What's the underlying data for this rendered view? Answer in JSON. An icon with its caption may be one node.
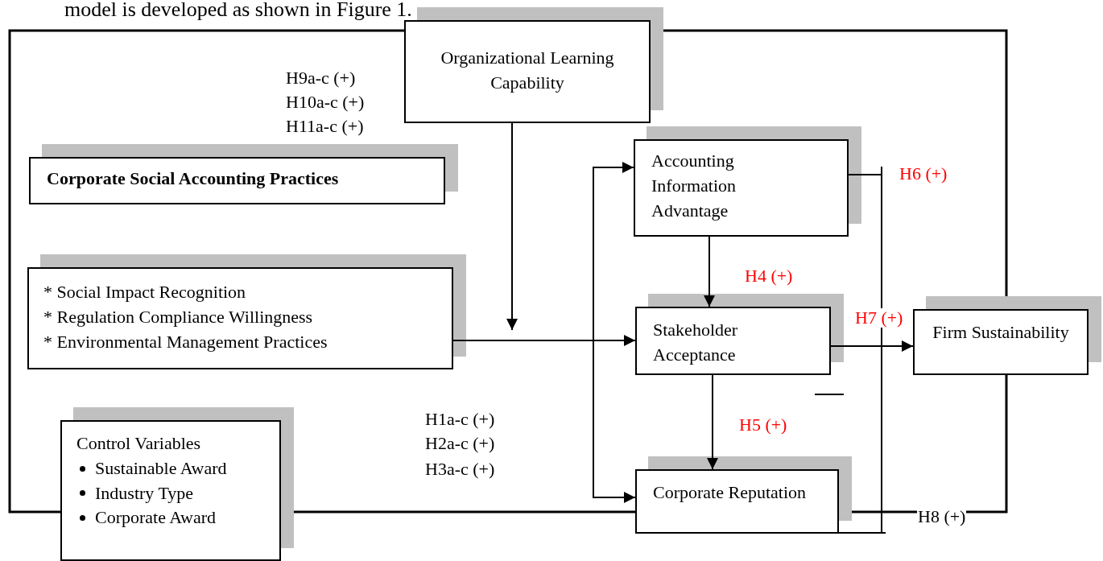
{
  "diagram": {
    "nodes": [
      {
        "text": [
          "Organizational Learning Capability"
        ]
      },
      {
        "text": [
          "Corporate Social Accounting Practices"
        ]
      },
      {
        "text": [
          "* Social Impact Recognition",
          "* Regulation Compliance Willingness",
          "* Environmental Management Practices"
        ]
      },
      {
        "text": [
          "Control Variables",
          "Sustainable Award",
          "Industry Type",
          "Corporate Award"
        ]
      },
      {
        "text": [
          "Accounting Information Advantage"
        ]
      },
      {
        "text": [
          "Stakeholder Acceptance"
        ]
      },
      {
        "text": [
          "Corporate Reputation"
        ]
      },
      {
        "text": [
          "Firm Sustainability"
        ]
      }
    ],
    "edges": [
      {
        "from": 0,
        "to": null,
        "arrow": "to"
      },
      {
        "from": 2,
        "to": 5,
        "arrow": "to"
      },
      {
        "from": null,
        "to": 4,
        "arrow": "to"
      },
      {
        "from": null,
        "to": 6,
        "arrow": "to"
      },
      {
        "from": 4,
        "to": 5,
        "arrow": "to",
        "label": "H4 (+)"
      },
      {
        "from": 5,
        "to": 6,
        "arrow": "to",
        "label": "H5 (+)"
      },
      {
        "from": 5,
        "to": 7,
        "arrow": "to",
        "label": "H7 (+)"
      },
      {
        "from": 4,
        "to": null,
        "arrow": "none",
        "label": "H6 (+)"
      },
      {
        "from": 6,
        "to": null,
        "arrow": "none",
        "label": "H8 (+)"
      }
    ],
    "labels": [
      "model is developed as shown in Figure 1.",
      "H9a-c (+)",
      "H10a-c (+)",
      "H11a-c (+)",
      "H1a-c (+)",
      "H2a-c (+)",
      "H3a-c (+)"
    ]
  }
}
